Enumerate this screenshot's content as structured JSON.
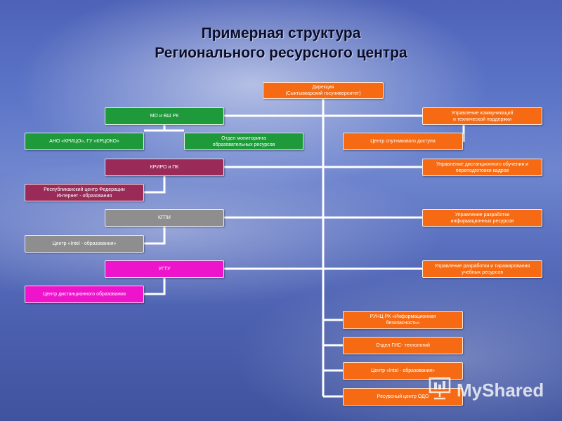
{
  "title_line1": "Примерная структура",
  "title_line2": "Регионального ресурсного центра",
  "boxes": {
    "direction": "Дирекция\n(Сыктывкарский госуниверситет)",
    "mo_vsh": "МО и ВШ РК",
    "uprav_komm": "Управление коммуникаций\nи технической поддержки",
    "ano_gu": "АНО «КРИЦО»,        ГУ «КРЦОКО»",
    "otdel_monit": "Отдел мониторинга\nобразовательных ресурсов",
    "centr_sputnik": "Центр спутникового доступа",
    "kriro": "КРИРО и ПК",
    "uprav_dist": "Управление дистанционного обучения и\nпереподготовки кадров",
    "resp_centr": "Республиканский центр Федерации\nИнтернет - образования",
    "kgpi": "КГПИ",
    "uprav_razr_inf": "Управление разработки\nинформационных ресурсов",
    "centr_intel_left": "Центр «Intel - образования»",
    "ugtu": "УГТУ",
    "uprav_razr_tir": "Управление разработки и тиражирования\nучебных ресурсов",
    "centr_dist": "Центр дистанционного образования",
    "runc": "РУНЦ РК «Информационная\nбезопасность»",
    "otdel_gis": "Отдел ГИС- технологий",
    "centr_intel_right": "Центр «Intel - образования»",
    "resurs_odo": "Ресурсный центр  ОДО"
  },
  "watermark": "MyShared",
  "colors": {
    "green": "#1e9a3a",
    "orange": "#f56a12",
    "maroon": "#9a2b58",
    "gray": "#8e8e8e",
    "magenta": "#ee14cc",
    "connector": "#ffffff"
  },
  "icons": {
    "watermark_logo": "presentation-icon"
  }
}
